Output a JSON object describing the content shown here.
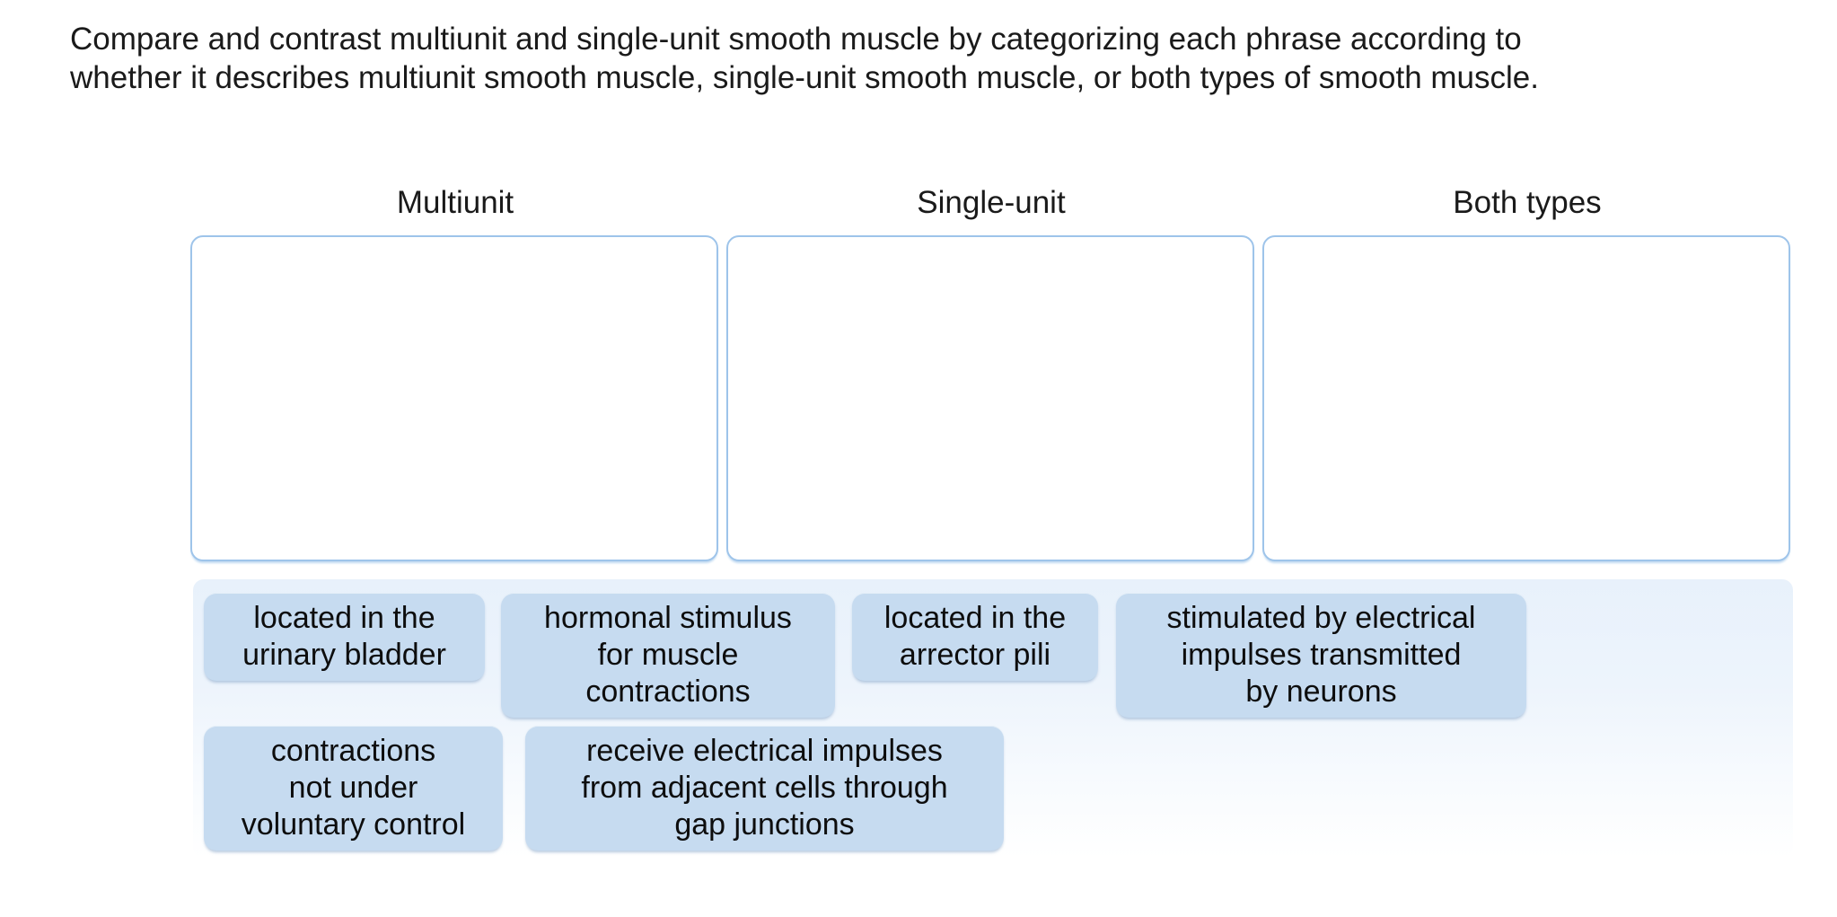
{
  "question": {
    "prompt": "Compare and contrast multiunit and single-unit smooth muscle by categorizing each phrase according to\nwhether it describes multiunit smooth muscle, single-unit smooth muscle, or both types of smooth muscle."
  },
  "categories": [
    {
      "label": "Multiunit"
    },
    {
      "label": "Single-unit"
    },
    {
      "label": "Both types"
    }
  ],
  "dropzones": [
    {
      "category": "Multiunit",
      "contents": []
    },
    {
      "category": "Single-unit",
      "contents": []
    },
    {
      "category": "Both types",
      "contents": []
    }
  ],
  "bank": {
    "chips": [
      {
        "text": "located in the\nurinary bladder"
      },
      {
        "text": "hormonal stimulus\nfor muscle\ncontractions"
      },
      {
        "text": "located in the\narrector pili"
      },
      {
        "text": "stimulated by electrical\nimpulses transmitted\nby neurons"
      },
      {
        "text": "contractions\nnot under\nvoluntary control"
      },
      {
        "text": "receive electrical impulses\nfrom adjacent cells through\ngap junctions"
      }
    ]
  },
  "colors": {
    "zone_border": "#9ec4ea",
    "chip_fill": "#c6dbf0",
    "bank_panel_top": "#e8f1fb",
    "text": "#1a1a1a"
  }
}
